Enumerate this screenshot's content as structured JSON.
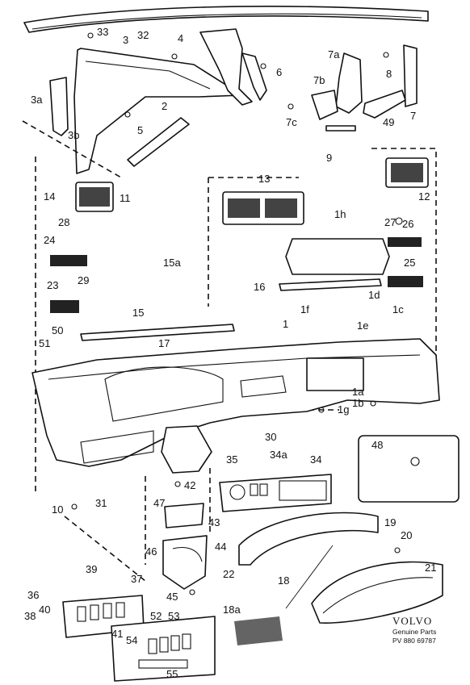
{
  "diagram": {
    "labels": [
      "1",
      "1a",
      "1b",
      "1c",
      "1d",
      "1e",
      "1f",
      "1g",
      "1h",
      "2",
      "3",
      "3a",
      "3b",
      "4",
      "5",
      "6",
      "7",
      "7a",
      "7b",
      "7c",
      "8",
      "9",
      "10",
      "11",
      "12",
      "13",
      "14",
      "15",
      "15a",
      "16",
      "17",
      "18",
      "18a",
      "19",
      "20",
      "21",
      "22",
      "23",
      "24",
      "25",
      "26",
      "27",
      "28",
      "29",
      "30",
      "31",
      "32",
      "33",
      "34",
      "34a",
      "35",
      "36",
      "37",
      "38",
      "39",
      "40",
      "41",
      "42",
      "43",
      "44",
      "45",
      "46",
      "47",
      "48",
      "49",
      "50",
      "51",
      "52",
      "53",
      "54",
      "55"
    ],
    "brand": {
      "name": "VOLVO",
      "line2": "Genuine Parts",
      "line3": "PV 880  69787"
    }
  }
}
